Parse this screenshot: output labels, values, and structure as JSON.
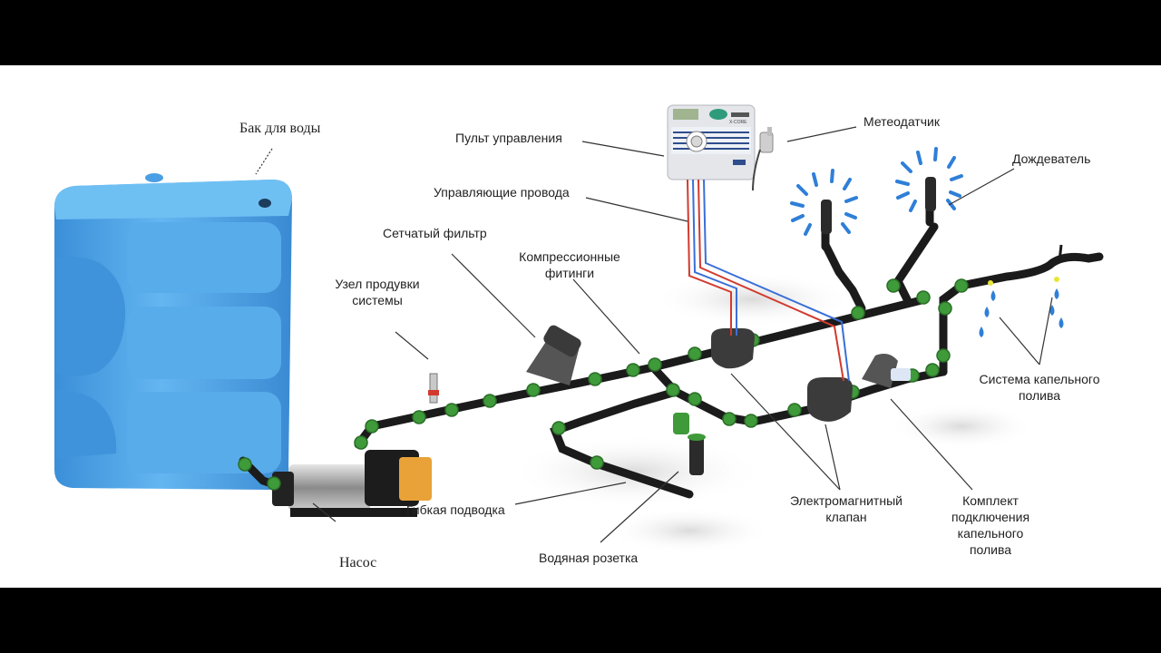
{
  "labels": {
    "tank": "Бак для воды",
    "pump": "Насос",
    "purge_node": [
      "Узел продувки",
      "системы"
    ],
    "mesh_filter": "Сетчатый фильтр",
    "compression_fittings": [
      "Компрессионные",
      "фитинги"
    ],
    "controller": "Пульт управления",
    "control_wires": "Управляющие провода",
    "weather_sensor": "Метеодатчик",
    "sprinkler": "Дождеватель",
    "drip_system": [
      "Система капельного",
      "полива"
    ],
    "solenoid_valve": [
      "Электромагнитный",
      "клапан"
    ],
    "drip_kit": [
      "Комплект",
      "подключения",
      "капельного",
      "полива"
    ],
    "flexible_hose": "Гибкая подводка",
    "water_socket": "Водяная розетка"
  },
  "colors": {
    "tank_blue": "#4aa3e6",
    "pipe": "#1b1b1b",
    "fitting_green": "#3f9a3a",
    "spray_blue": "#2f7fd8",
    "wire_red": "#d23a2e",
    "wire_blue": "#3a6fd8",
    "pump_orange": "#e8a238"
  },
  "controller_brand": "X-CORE"
}
